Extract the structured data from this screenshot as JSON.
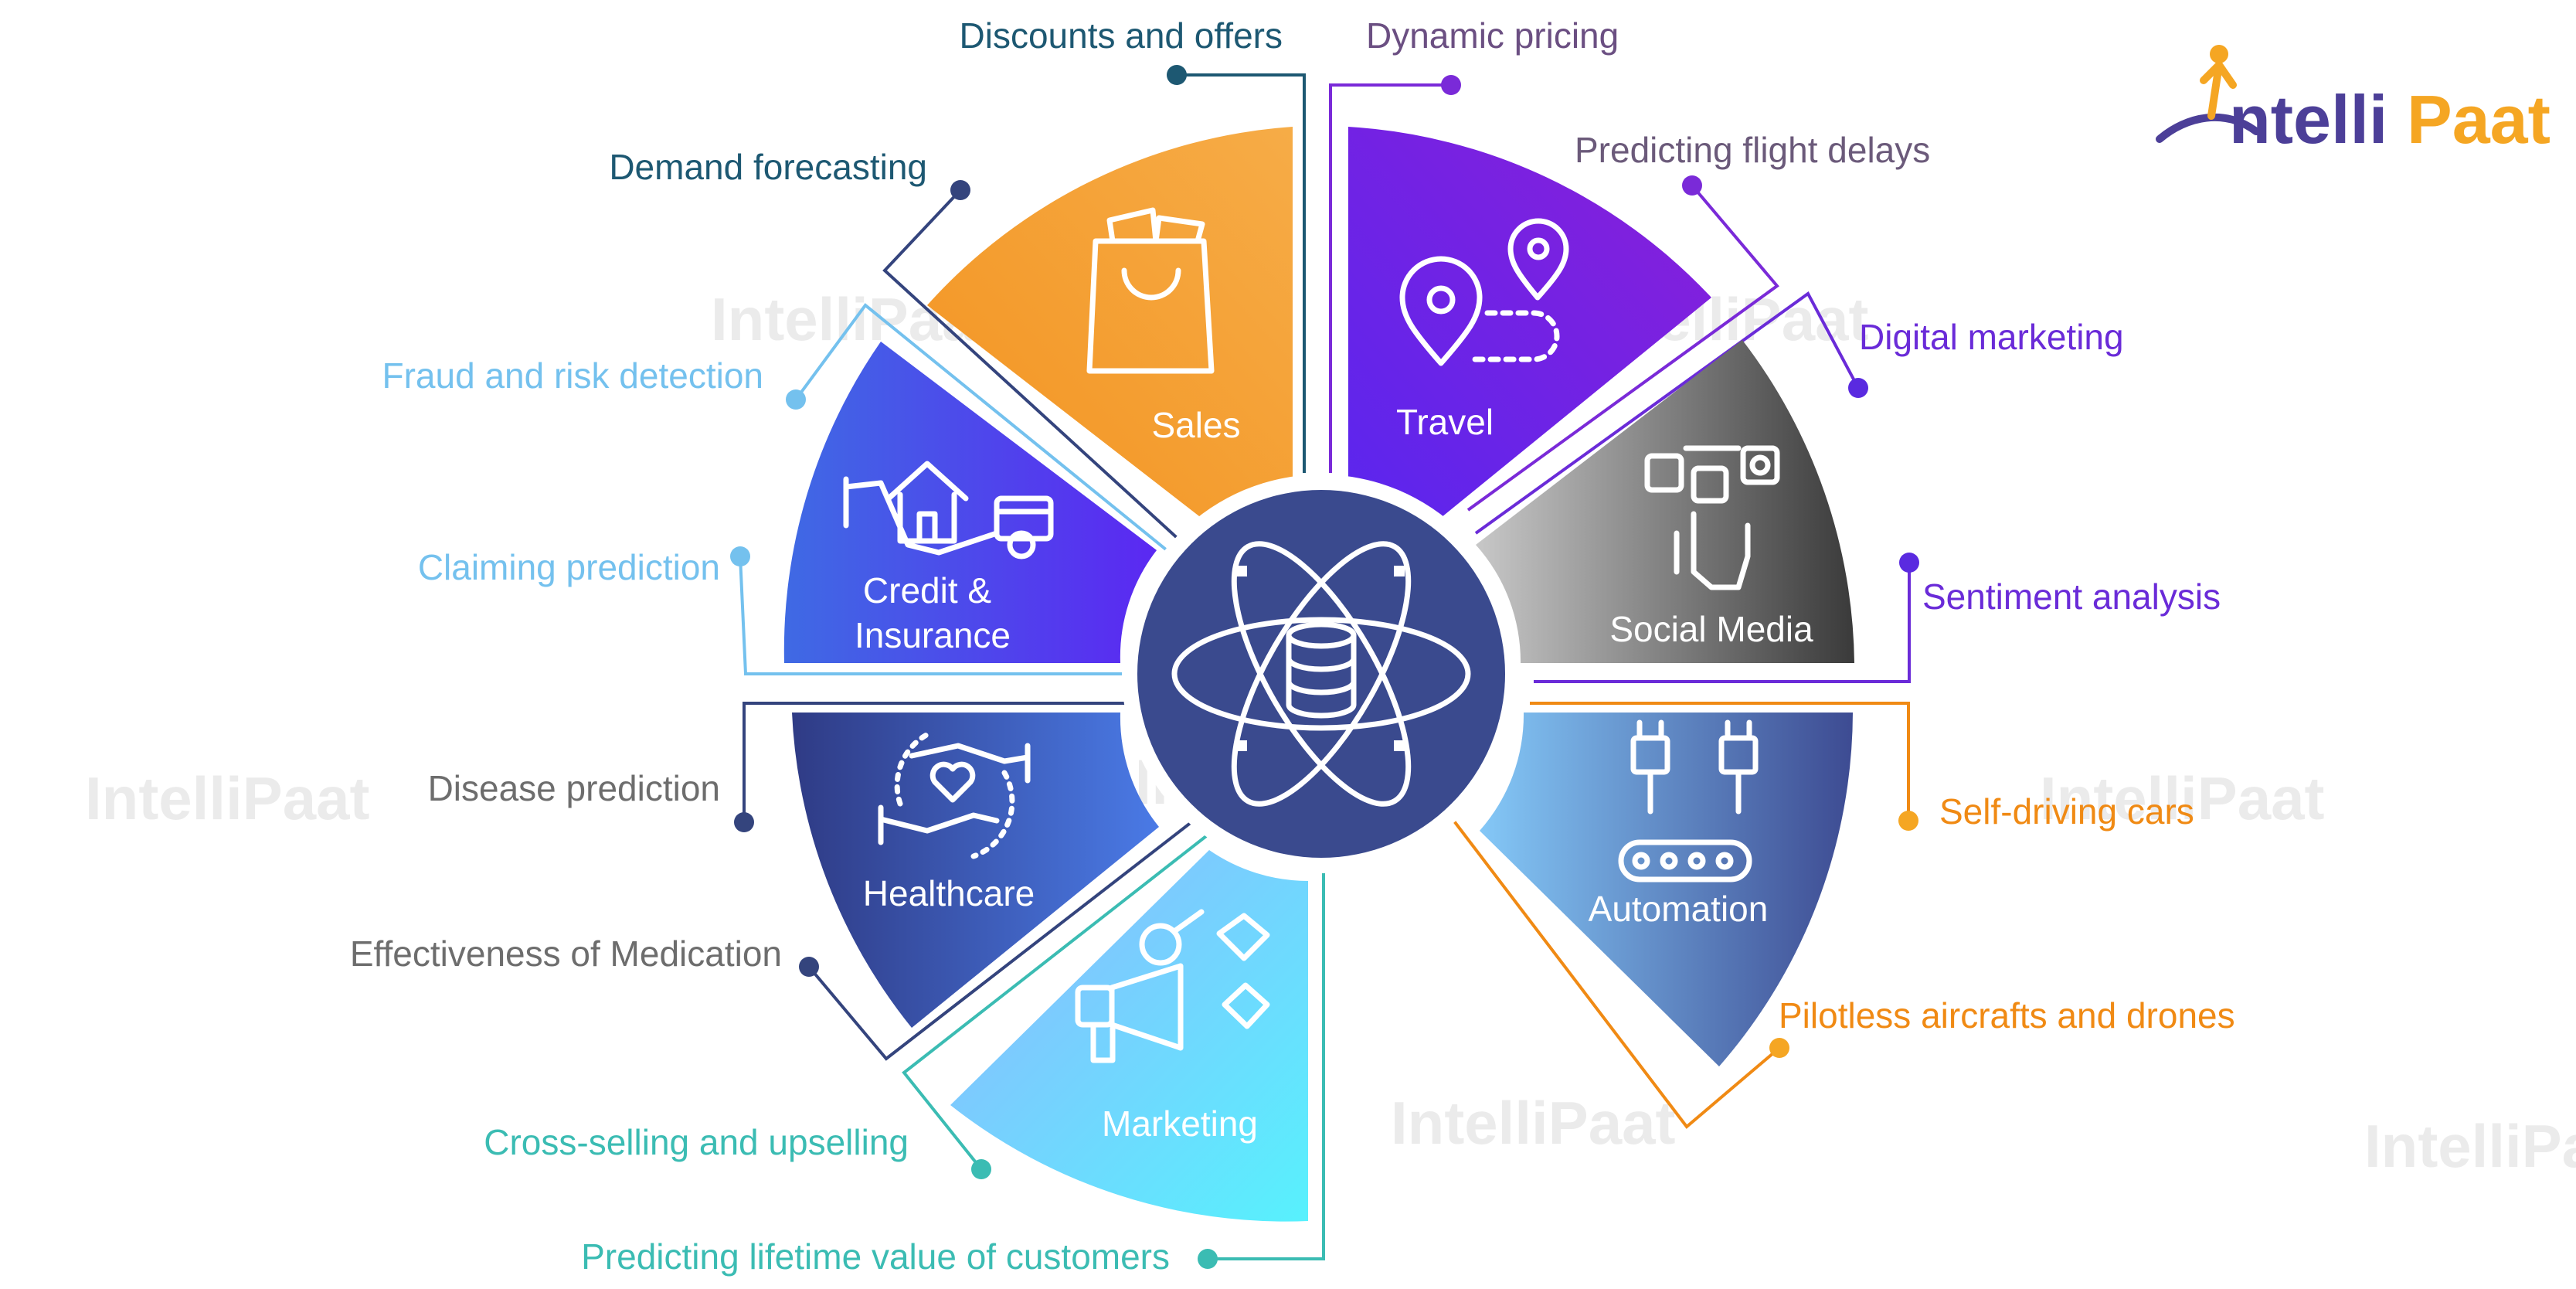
{
  "brand": {
    "logo_text": "IntelliPaat",
    "color_main": "#4c3f98",
    "color_accent": "#f5a623"
  },
  "watermark_text": "IntelliPaat",
  "hub": {
    "icon": "atom-database-icon",
    "color": "#3a4a8e"
  },
  "segments": [
    {
      "id": "sales",
      "label": "Sales",
      "icon": "shopping-bag-icon",
      "color_a": "#f39320",
      "color_b": "#f6ac47"
    },
    {
      "id": "travel",
      "label": "Travel",
      "icon": "map-route-icon",
      "color_a": "#6a24ec",
      "color_b": "#7a1fe0"
    },
    {
      "id": "social",
      "label": "Social Media",
      "icon": "social-media-hand-icon",
      "color_a": "#bdbdbd",
      "color_b": "#3f3f3f"
    },
    {
      "id": "automation",
      "label": "Automation",
      "icon": "robot-conveyor-icon",
      "color_a": "#7ec4f6",
      "color_b": "#3f4e94"
    },
    {
      "id": "marketing",
      "label": "Marketing",
      "icon": "megaphone-icon",
      "color_a": "#8bc6ff",
      "color_b": "#5ff0ff"
    },
    {
      "id": "healthcare",
      "label": "Healthcare",
      "icon": "heart-hands-icon",
      "color_a": "#333f89",
      "color_b": "#4672e2"
    },
    {
      "id": "credit",
      "label_line1": "Credit &",
      "label_line2": "Insurance",
      "icon": "house-hand-card-icon",
      "color_a": "#3e64e2",
      "color_b": "#5a2cf0"
    }
  ],
  "labels": {
    "discounts": "Discounts and offers",
    "dynamic_pricing": "Dynamic pricing",
    "demand": "Demand forecasting",
    "flight_delays": "Predicting flight delays",
    "digital_marketing": "Digital marketing",
    "fraud": "Fraud and risk detection",
    "claiming": "Claiming prediction",
    "sentiment": "Sentiment analysis",
    "disease": "Disease prediction",
    "self_driving": "Self-driving cars",
    "medication": "Effectiveness of Medication",
    "pilotless": "Pilotless aircrafts and drones",
    "cross_selling": "Cross-selling and upselling",
    "lifetime_value": "Predicting lifetime value of customers"
  },
  "colors": {
    "teal_dark": "#1d5872",
    "purple_text": "#6a2bd8",
    "purple_gray": "#6b5a7a",
    "light_blue": "#74c1ee",
    "gray_text": "#6d6d6d",
    "orange": "#f08a14",
    "teal": "#3bbcb3",
    "navy_dot": "#34447d"
  }
}
